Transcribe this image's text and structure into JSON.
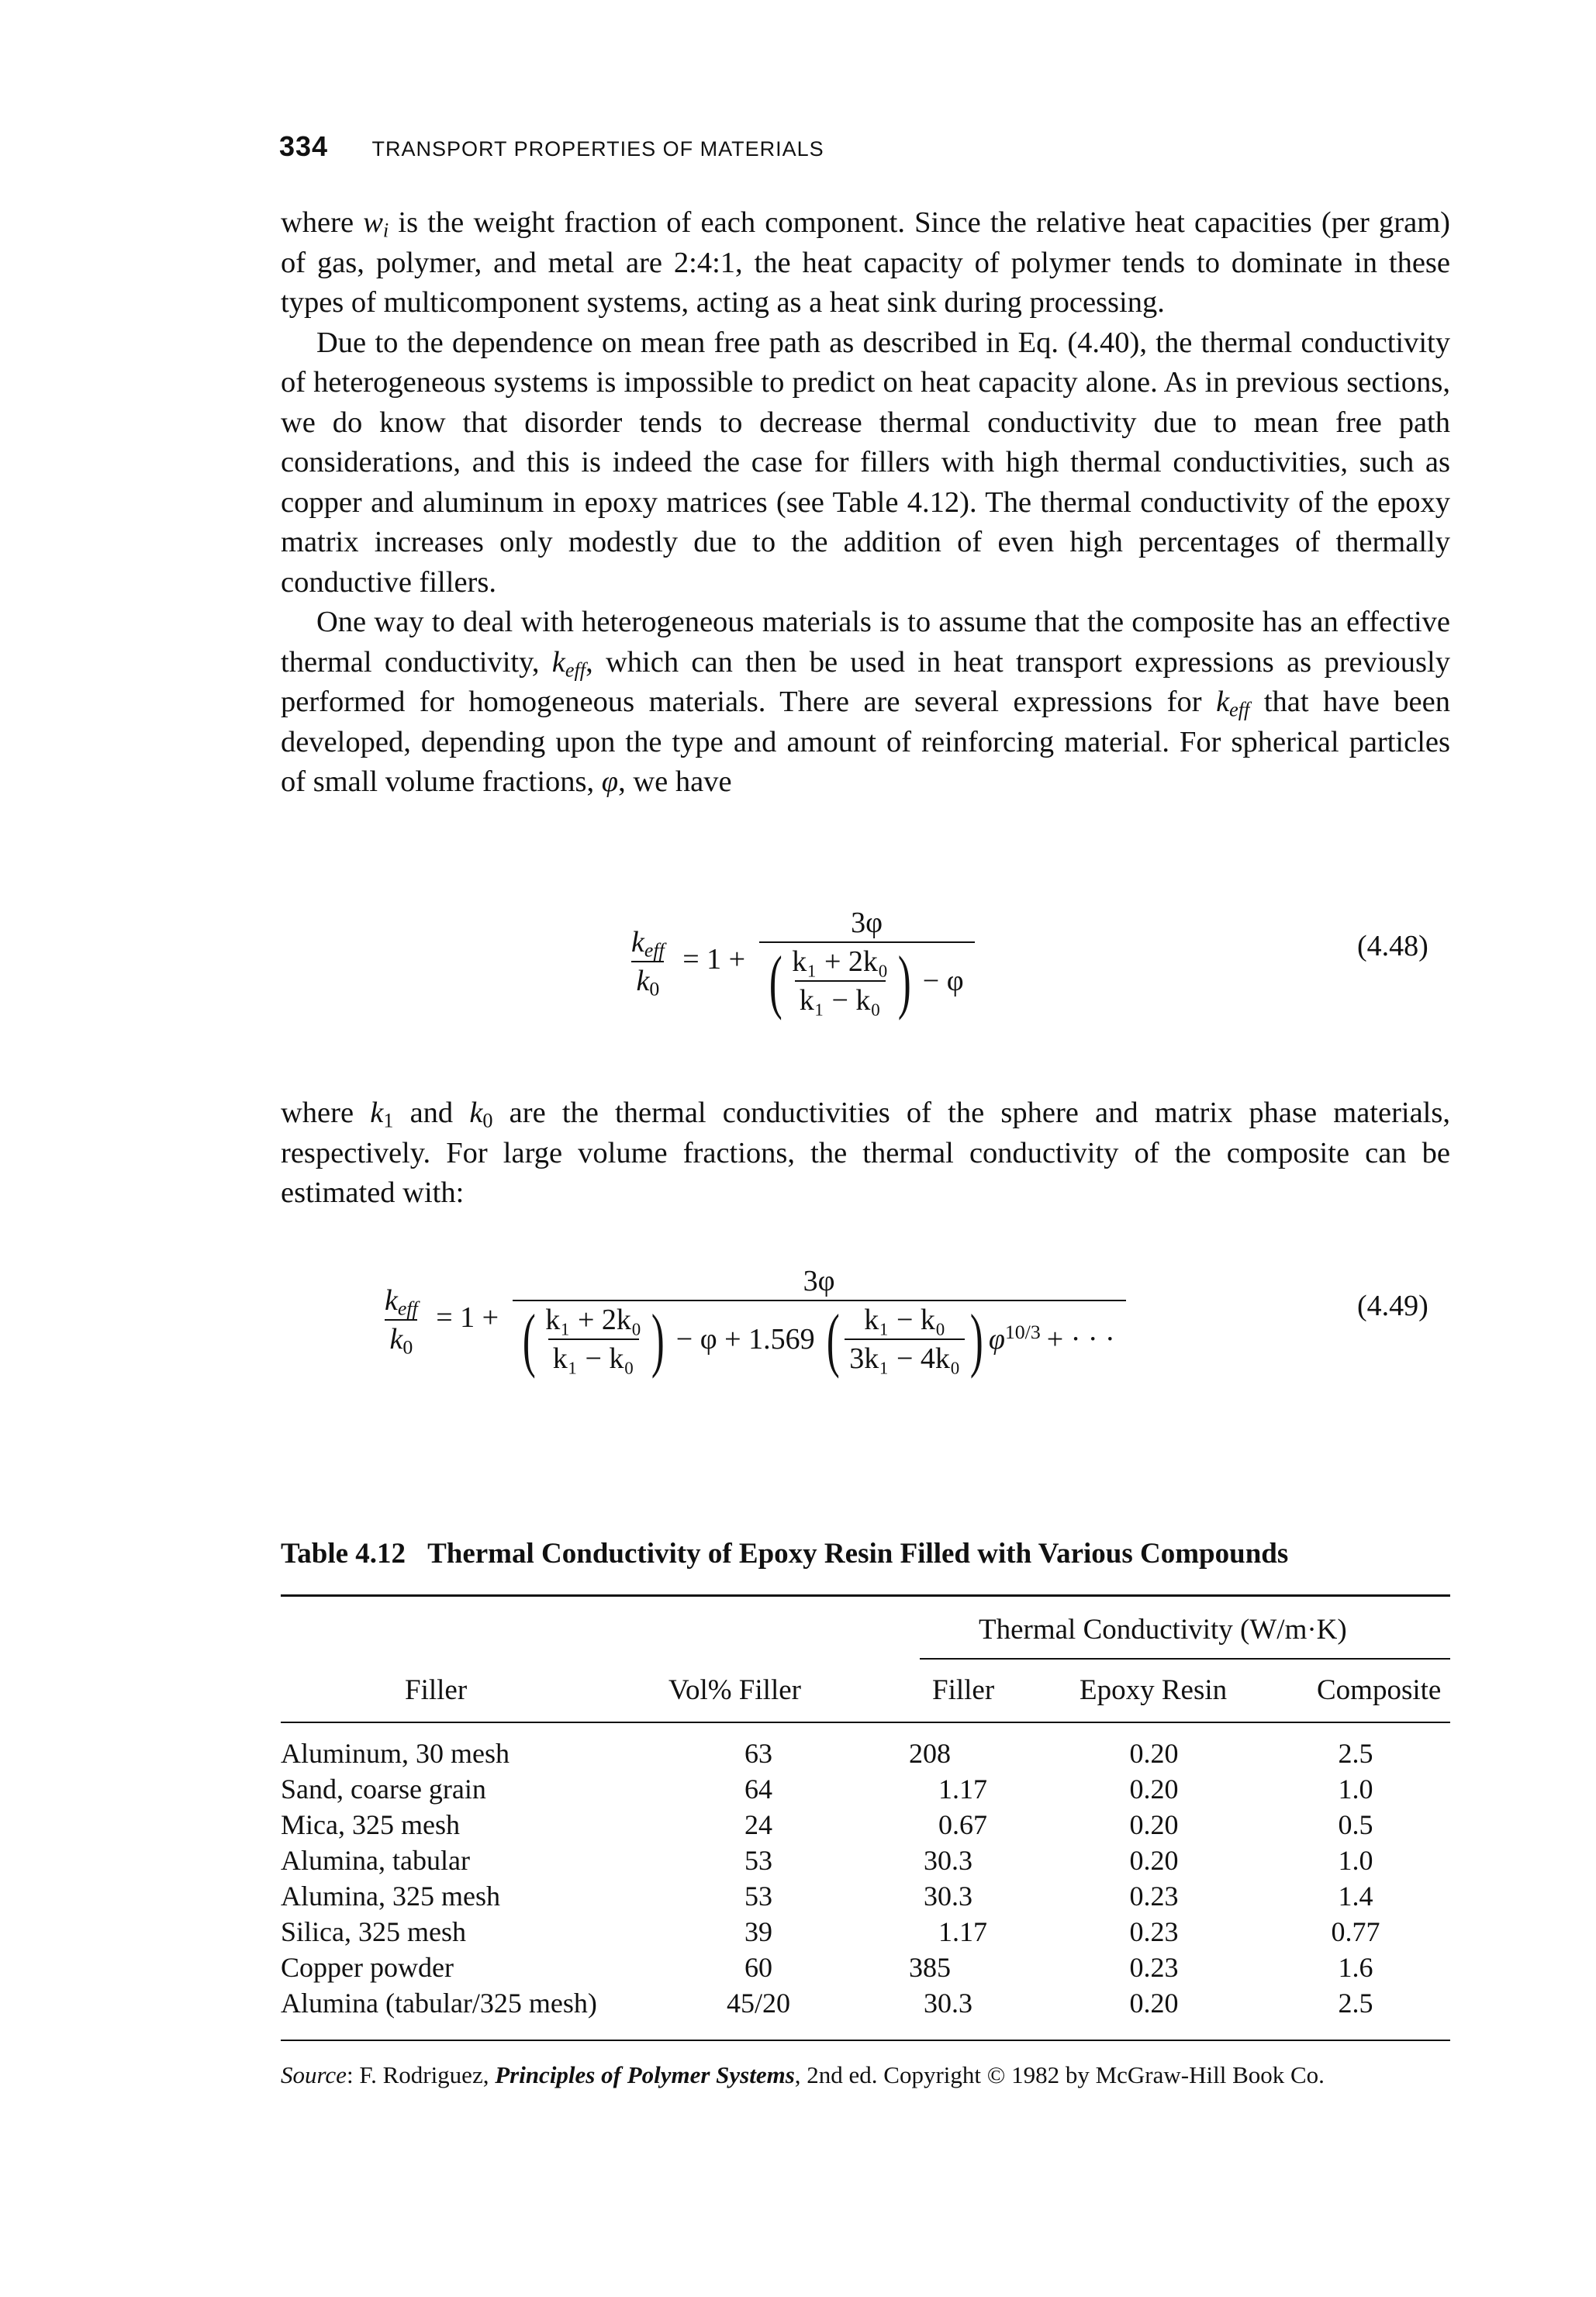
{
  "header": {
    "page_number": "334",
    "running_title": "TRANSPORT PROPERTIES OF MATERIALS"
  },
  "paragraphs": {
    "p1": {
      "a": "where ",
      "var": "w",
      "sub": "i",
      "b": " is the weight fraction of each component. Since the relative heat capacities (per gram) of gas, polymer, and metal are 2:4:1, the heat capacity of polymer tends to dominate in these types of multicomponent systems, acting as a heat sink during processing."
    },
    "p2": "Due to the dependence on mean free path as described in Eq. (4.40), the thermal conductivity of heterogeneous systems is impossible to predict on heat capacity alone. As in previous sections, we do know that disorder tends to decrease thermal conductivity due to mean free path considerations, and this is indeed the case for fillers with high thermal conductivities, such as copper and aluminum in epoxy matrices (see Table 4.12). The thermal conductivity of the epoxy matrix increases only modestly due to the addition of even high percentages of thermally conductive fillers.",
    "p3": {
      "a": "One way to deal with heterogeneous materials is to assume that the composite has an effective thermal conductivity, ",
      "keff_var": "k",
      "keff_sub": "eff",
      "b": ", which can then be used in heat transport expressions as previously performed for homogeneous materials. There are several expressions for ",
      "c": " that have been developed, depending upon the type and amount of reinforcing material. For spherical particles of small volume fractions, ",
      "phi": "φ",
      "d": ", we have"
    },
    "p4": {
      "a": "where ",
      "k1": "k",
      "k1_sub": "1",
      "b": " and ",
      "k0": "k",
      "k0_sub": "0",
      "c": " are the thermal conductivities of the sphere and matrix phase materials, respectively. For large volume fractions, the thermal conductivity of the composite can be estimated with:"
    }
  },
  "equations": {
    "eq448": {
      "number": "(4.48)",
      "lhs_num": "k",
      "lhs_num_sub": "eff",
      "lhs_den": "k",
      "lhs_den_sub": "0",
      "equals_one_plus": "= 1 +",
      "numerator": "3φ",
      "inner_num": "k₁ + 2k₀",
      "inner_den": "k₁ − k₀",
      "minus_phi": "− φ"
    },
    "eq449": {
      "number": "(4.49)",
      "numerator": "3φ",
      "inner1_num": "k₁ + 2k₀",
      "inner1_den": "k₁ − k₀",
      "middle": "− φ + 1.569",
      "inner2_num": "k₁ − k₀",
      "inner2_den": "3k₁ − 4k₀",
      "tail_base": "φ",
      "tail_exp": "10/3",
      "tail_rest": "+ · · ·"
    }
  },
  "table": {
    "label": "Table 4.12",
    "title": "Thermal Conductivity of Epoxy Resin Filled with Various Compounds",
    "group_header": "Thermal Conductivity (W/m·K)",
    "columns": [
      "Filler",
      "Vol% Filler",
      "Filler",
      "Epoxy Resin",
      "Composite"
    ],
    "rows": [
      [
        "Aluminum, 30 mesh",
        "63",
        "208",
        "0.20",
        "2.5"
      ],
      [
        "Sand, coarse grain",
        "64",
        "1.17",
        "0.20",
        "1.0"
      ],
      [
        "Mica, 325 mesh",
        "24",
        "0.67",
        "0.20",
        "0.5"
      ],
      [
        "Alumina, tabular",
        "53",
        "30.3",
        "0.20",
        "1.0"
      ],
      [
        "Alumina, 325 mesh",
        "53",
        "30.3",
        "0.23",
        "1.4"
      ],
      [
        "Silica, 325 mesh",
        "39",
        "1.17",
        "0.23",
        "0.77"
      ],
      [
        "Copper powder",
        "60",
        "385",
        "0.23",
        "1.6"
      ],
      [
        "Alumina (tabular/325 mesh)",
        "45/20",
        "30.3",
        "0.20",
        "2.5"
      ]
    ],
    "source": {
      "label": "Source",
      "author": "F. Rodriguez, ",
      "book": "Principles of Polymer Systems",
      "rest": ", 2nd ed. Copyright © 1982 by McGraw-Hill Book Co."
    }
  }
}
